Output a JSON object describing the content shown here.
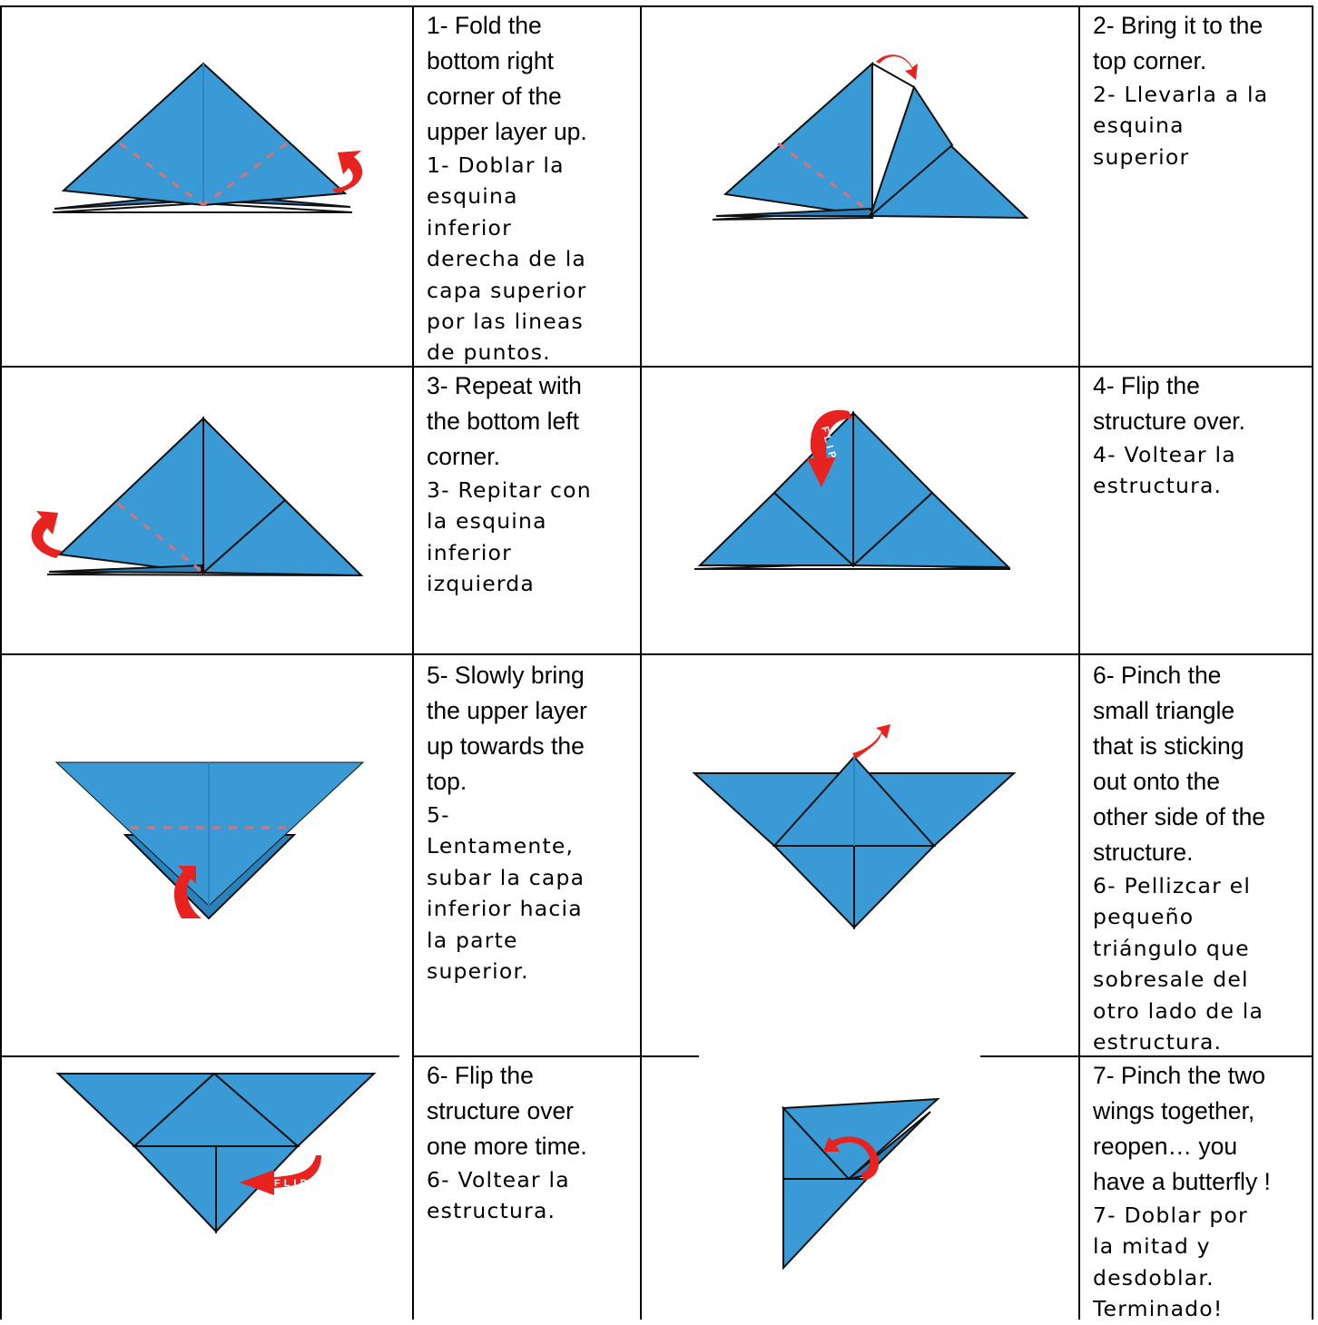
{
  "steps": [
    {
      "en": [
        "1- Fold the",
        "bottom right",
        "corner of the",
        "upper layer up."
      ],
      "es": [
        "1- Doblar la",
        "esquina",
        "inferior",
        "derecha de la",
        "capa superior",
        "por las lineas",
        "de puntos."
      ]
    },
    {
      "en": [
        "2- Bring it to the",
        "top corner."
      ],
      "es": [
        "2- Llevarla a la",
        "esquina",
        "superior"
      ]
    },
    {
      "en": [
        "3- Repeat with",
        "the bottom left",
        "corner."
      ],
      "es": [
        "3- Repitar con",
        "la esquina",
        "inferior",
        "izquierda"
      ]
    },
    {
      "en": [
        "4- Flip the",
        "structure over."
      ],
      "es": [
        "4- Voltear la",
        "estructura."
      ]
    },
    {
      "en": [
        "5- Slowly bring",
        "the upper layer",
        "up towards the",
        "top."
      ],
      "es": [
        "5-",
        "Lentamente,",
        "subar la capa",
        "inferior hacia",
        "la parte",
        "superior."
      ]
    },
    {
      "en": [
        "6- Pinch the",
        "small triangle",
        "that is sticking",
        "out onto the",
        "other side of the",
        "structure."
      ],
      "es": [
        "6- Pellizcar el",
        "pequeño",
        "triángulo que",
        "sobresale del",
        "otro lado de la",
        "estructura."
      ]
    },
    {
      "en": [
        "6- Flip the",
        "structure over",
        "one more time."
      ],
      "es": [
        "6- Voltear la",
        "estructura."
      ]
    },
    {
      "en": [
        "7- Pinch the two",
        "wings together,",
        "reopen… you",
        "have a butterfly !"
      ],
      "es": [
        "7- Doblar por",
        "la mitad y",
        "desdoblar.",
        "Terminado!"
      ]
    }
  ],
  "flip_label": "FLIP",
  "colors": {
    "paper_blue": "#3a9ad6",
    "paper_blue_dark": "#2a82bd",
    "arrow_red": "#e8231f",
    "dotted_fold": "#d7747a",
    "border": "#000000"
  }
}
